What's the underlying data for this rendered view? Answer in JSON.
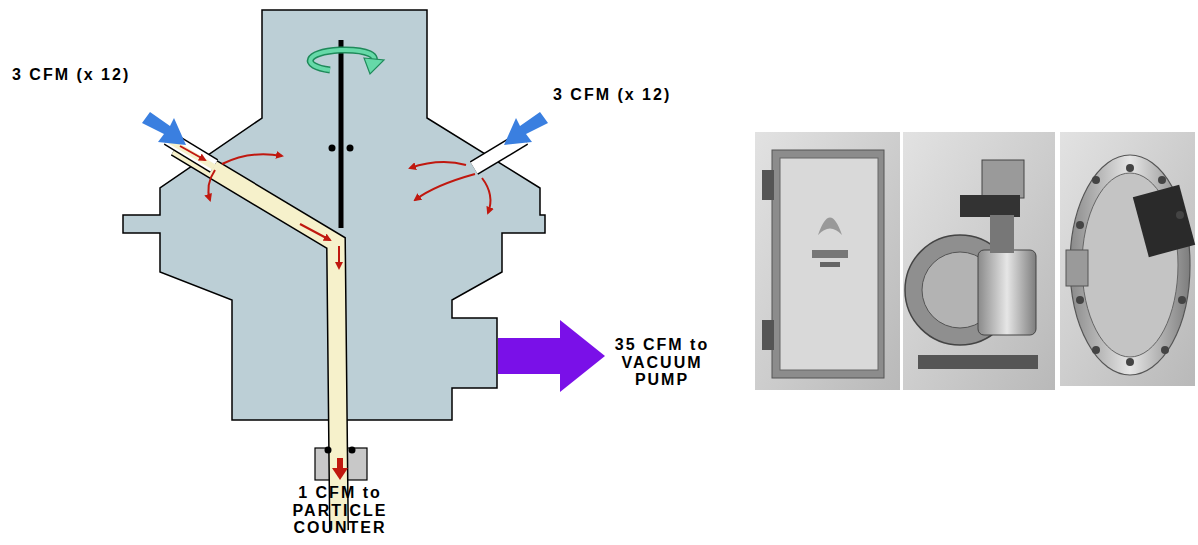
{
  "diagram": {
    "labels": [
      "3 CFM (x 12)",
      "3 CFM (x 12)",
      "35 CFM to VACUUM PUMP",
      "1 CFM to PARTICLE COUNTER"
    ]
  }
}
